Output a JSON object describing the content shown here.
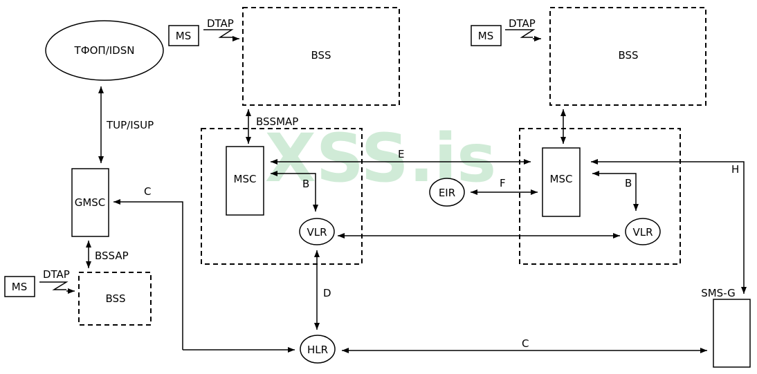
{
  "watermark": "XSS.is",
  "nodes": {
    "pstn": "ТФОП/IDSN",
    "ms_top_left": "MS",
    "ms_top_right": "MS",
    "ms_bottom_left": "MS",
    "bss_top_left": "BSS",
    "bss_top_right": "BSS",
    "bss_bottom_left": "BSS",
    "gmsc": "GMSC",
    "msc_left": "MSC",
    "msc_right": "MSC",
    "vlr_left": "VLR",
    "vlr_right": "VLR",
    "eir": "EIR",
    "hlr": "HLR",
    "sms_g": "SMS-G"
  },
  "interfaces": {
    "dtap_top_left": "DTAP",
    "dtap_top_right": "DTAP",
    "dtap_bottom_left": "DTAP",
    "tup_isup": "TUP/ISUP",
    "bssmap": "BSSMAP",
    "bssap": "BSSAP",
    "c_gmsc": "C",
    "c_hlr_smsg": "C",
    "e": "E",
    "f": "F",
    "b_left": "B",
    "b_right": "B",
    "d": "D",
    "h": "H"
  }
}
